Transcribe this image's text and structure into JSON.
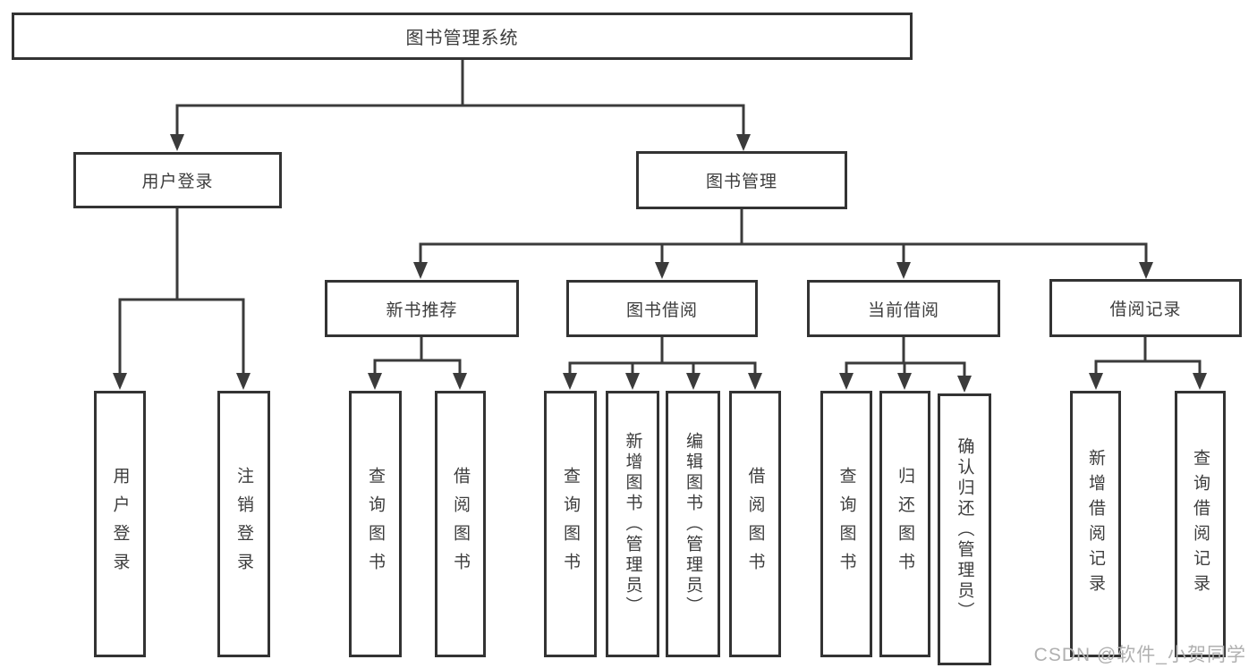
{
  "diagram": {
    "watermark": "CSDN @软件_小贺同学",
    "colors": {
      "line": "#3b3b3b",
      "border": "#333333",
      "text": "#3d3d3d",
      "watermark": "#b0b0b0",
      "background": "#ffffff"
    },
    "tree": {
      "label": "图书管理系统",
      "children": [
        {
          "label": "用户登录",
          "children": [
            {
              "label": "用户登录"
            },
            {
              "label": "注销登录"
            }
          ]
        },
        {
          "label": "图书管理",
          "children": [
            {
              "label": "新书推荐",
              "children": [
                {
                  "label": "查询图书"
                },
                {
                  "label": "借阅图书"
                }
              ]
            },
            {
              "label": "图书借阅",
              "children": [
                {
                  "label": "查询图书"
                },
                {
                  "label": "新增图书（管理员）"
                },
                {
                  "label": "编辑图书（管理员）"
                },
                {
                  "label": "借阅图书"
                }
              ]
            },
            {
              "label": "当前借阅",
              "children": [
                {
                  "label": "查询图书"
                },
                {
                  "label": "归还图书"
                },
                {
                  "label": "确认归还（管理员）"
                }
              ]
            },
            {
              "label": "借阅记录",
              "children": [
                {
                  "label": "新增借阅记录"
                },
                {
                  "label": "查询借阅记录"
                }
              ]
            }
          ]
        }
      ]
    }
  }
}
